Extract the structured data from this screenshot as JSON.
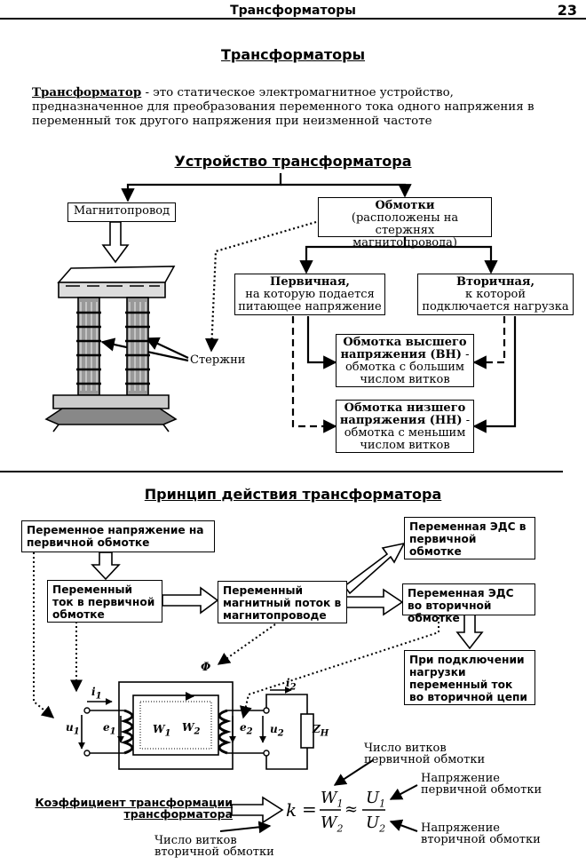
{
  "header": {
    "title": "Трансформаторы",
    "page_number": "23"
  },
  "title": "Трансформаторы",
  "definition": {
    "term": "Трансформатор",
    "text": " - это статическое электромагнитное устройство, предназначенное для преобразования переменного тока одного напряжения в переменный ток другого напряжения при неизменной частоте"
  },
  "device": {
    "heading": "Устройство трансформатора",
    "magnetic_core": "Магнитопровод",
    "windings_title": "Обмотки",
    "windings_note": "(расположены на стержнях магнитопровода)",
    "rods_label": "Стержни",
    "primary_title": "Первичная,",
    "primary_text": "на которую подается питающее напряжение",
    "secondary_title": "Вторичная,",
    "secondary_text": "к которой подключается нагрузка",
    "hv_title": "Обмотка высшего напряжения (ВН)",
    "hv_text": " - обмотка с большим числом витков",
    "lv_title": "Обмотка низшего напряжения (НН)",
    "lv_text": " - обмотка с меньшим числом витков"
  },
  "principle": {
    "heading": "Принцип действия трансформатора",
    "b1": "Переменное напряжение на первичной обмотке",
    "b2": "Переменный ток в первичной обмотке",
    "b3": "Переменный магнитный поток в магнитопроводе",
    "b4": "Переменная ЭДС в первичной обмотке",
    "b5": "Переменная ЭДС во вторичной обмотке",
    "b6": "При подключении нагрузки переменный ток во вторичной цепи"
  },
  "circuit": {
    "phi": "Φ",
    "i1": "i",
    "i1_sub": "1",
    "i2": "i",
    "i2_sub": "2",
    "u1": "u",
    "u1_sub": "1",
    "e1": "e",
    "e1_sub": "1",
    "w1": "W",
    "w1_sub": "1",
    "w2": "W",
    "w2_sub": "2",
    "e2": "e",
    "e2_sub": "2",
    "u2": "u",
    "u2_sub": "2",
    "zn": "Z",
    "zn_sub": "Н"
  },
  "formula": {
    "label": "Коэффициент трансформации трансформатора",
    "k": "k",
    "eq": "=",
    "approx": "≈",
    "w1": "W",
    "w1_sub": "1",
    "w2": "W",
    "w2_sub": "2",
    "u1": "U",
    "u1_sub": "1",
    "u2": "U",
    "u2_sub": "2",
    "note_w1": "Число витков первичной обмотки",
    "note_w2": "Число витков вторичной обмотки",
    "note_u1": "Напряжение первичной обмотки",
    "note_u2": "Напряжение вторичной обмотки"
  }
}
